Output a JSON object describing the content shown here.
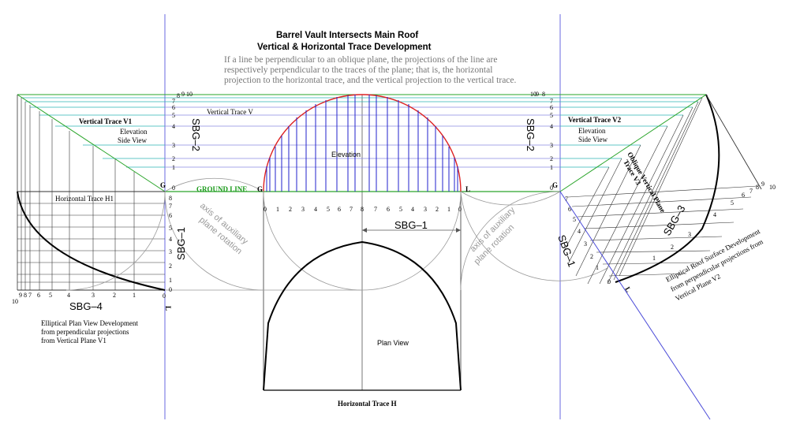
{
  "title": {
    "line1": "Barrel Vault Intersects Main Roof",
    "line2": "Vertical & Horizontal Trace Development"
  },
  "description": {
    "line1": "If a line be perpendicular to an oblique plane, the projections of the line are",
    "line2": "respectively perpendicular to the traces of the plane; that is, the horizontal",
    "line3": "projection to the horizontal trace, and the vertical projection to the vertical trace."
  },
  "labels": {
    "vertical_trace_v": "Vertical Trace V",
    "vertical_trace_v1": "Vertical Trace V1",
    "vertical_trace_v2": "Vertical Trace V2",
    "elevation_side_view_1": "Elevation",
    "elevation_side_view_2": "Side View",
    "elevation": "Elevation",
    "ground_line": "GROUND LINE",
    "horizontal_trace_h1": "Horizontal Trace H1",
    "horizontal_trace_h": "Horizontal Trace H",
    "plan_view": "Plan View",
    "sbg1": "SBG–1",
    "sbg2": "SBG–2",
    "sbg3": "SBG–3",
    "sbg4": "SBG–4",
    "axis_rotation_1": "axis of auxiliary",
    "axis_rotation_2": "plane rotation",
    "oblique_plane": "Oblique Vertical Plane",
    "trace_v3": "Trace V3",
    "g": "G",
    "l": "L",
    "sbg4_note1": "Elliptical Plan View Development",
    "sbg4_note2": "from perpendicular projections",
    "sbg4_note3": "from Vertical Plane V1",
    "sbg3_note1": "Elliptical Roof Surface Development",
    "sbg3_note2": "from perpendicular projections from",
    "sbg3_note3": "Vertical Plane V2"
  },
  "scale": {
    "bottom": [
      "0",
      "1",
      "2",
      "3",
      "4",
      "5",
      "6",
      "7",
      "8",
      "7",
      "6",
      "5",
      "4",
      "3",
      "2",
      "1",
      "0"
    ],
    "left_vertical": [
      "0",
      "1",
      "2",
      "3",
      "4",
      "5",
      "6",
      "7",
      "8",
      "9",
      "10"
    ],
    "sbg4": [
      "10",
      "9",
      "8",
      "7",
      "6",
      "5",
      "4",
      "3",
      "2",
      "1",
      "0"
    ]
  },
  "colors": {
    "green": "#2aa52a",
    "teal": "#2bb5b5",
    "blue": "#2222cc",
    "red": "#dd2222",
    "axis_blue": "#4a4ad8",
    "gray": "#999999"
  }
}
